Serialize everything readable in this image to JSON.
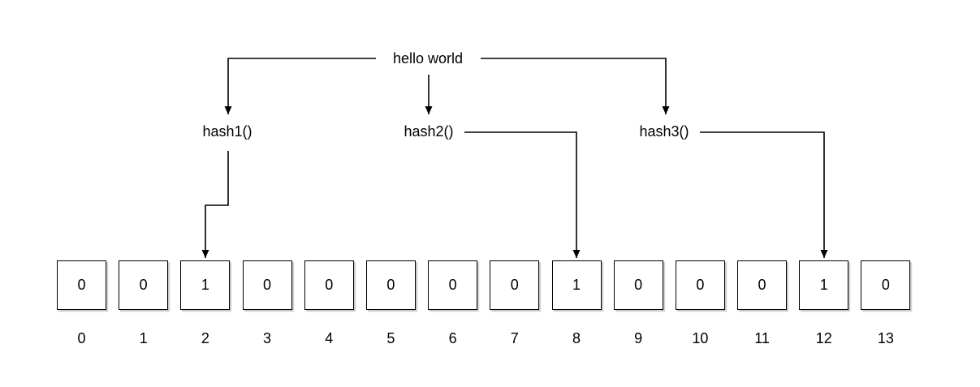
{
  "diagram": {
    "input": {
      "label": "hello world"
    },
    "hashes": [
      {
        "label": "hash1()"
      },
      {
        "label": "hash2()"
      },
      {
        "label": "hash3()"
      }
    ],
    "bit_array": {
      "cells": [
        "0",
        "0",
        "1",
        "0",
        "0",
        "0",
        "0",
        "0",
        "1",
        "0",
        "0",
        "0",
        "1",
        "0"
      ],
      "indices": [
        "0",
        "1",
        "2",
        "3",
        "4",
        "5",
        "6",
        "7",
        "8",
        "9",
        "10",
        "11",
        "12",
        "13"
      ],
      "set_bit_indices": [
        2,
        8,
        12
      ]
    },
    "colors": {
      "line": "#000000",
      "text": "#000000",
      "cell_border": "#000000",
      "cell_fill": "#ffffff",
      "background": "#ffffff"
    }
  }
}
